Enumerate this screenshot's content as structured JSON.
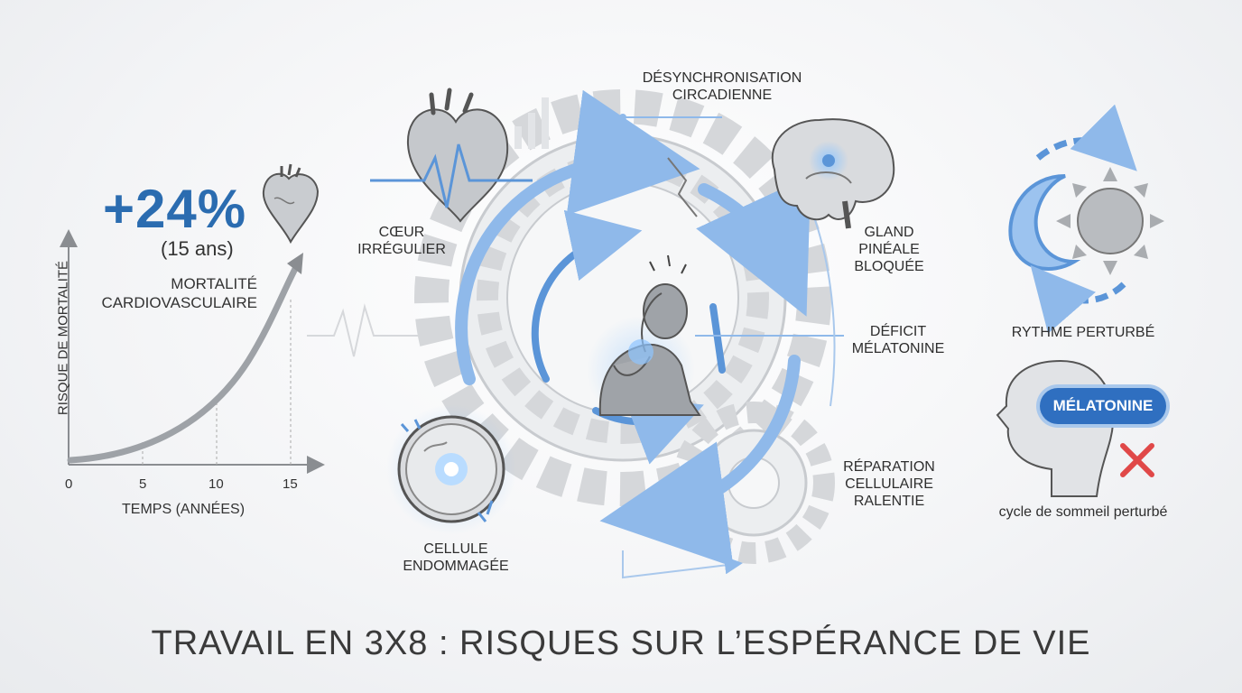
{
  "title": "TRAVAIL EN 3X8 : RISQUES SUR L’ESPÉRANCE DE VIE",
  "stat": {
    "value": "+24%",
    "period": "(15 ans)",
    "label_line1": "MORTALITÉ",
    "label_line2": "CARDIOVASCULAIRE"
  },
  "chart_data": {
    "type": "line",
    "ylabel": "RISQUE DE MORTALITÉ",
    "xlabel": "TEMPS (ANNÉES)",
    "x_ticks": [
      "0",
      "5",
      "10",
      "15"
    ],
    "x": [
      0,
      5,
      10,
      15
    ],
    "trend": "increasing",
    "annotation": "+24%"
  },
  "labels": {
    "heart": [
      "CŒUR",
      "IRRÉGULIER"
    ],
    "desync": [
      "DÉSYNCHRONISATION",
      "CIRCADIENNE"
    ],
    "pineal": [
      "GLAND",
      "PINÉALE",
      "BLOQUÉE"
    ],
    "melatonin_deficit": [
      "DÉFICIT",
      "MÉLATONINE"
    ],
    "repair": [
      "RÉPARATION",
      "CELLULAIRE",
      "RALENTIE"
    ],
    "cell": [
      "CELLULE",
      "ENDOMMAGÉE"
    ]
  },
  "right_panel": {
    "rhythm_caption": "RYTHME PERTURBÉ",
    "pill_label": "MÉLATONINE",
    "sleep_caption": "cycle de sommeil perturbé"
  },
  "colors": {
    "accent": "#2b6cb0",
    "light_blue": "#a9c8ec",
    "gear": "#d3d5d8",
    "cross": "#e04848"
  },
  "icons": [
    "heart-icon",
    "brain-icon",
    "moon-icon",
    "sun-icon",
    "head-profile-icon",
    "cross-icon",
    "cell-icon",
    "person-icon",
    "gear-icon"
  ]
}
